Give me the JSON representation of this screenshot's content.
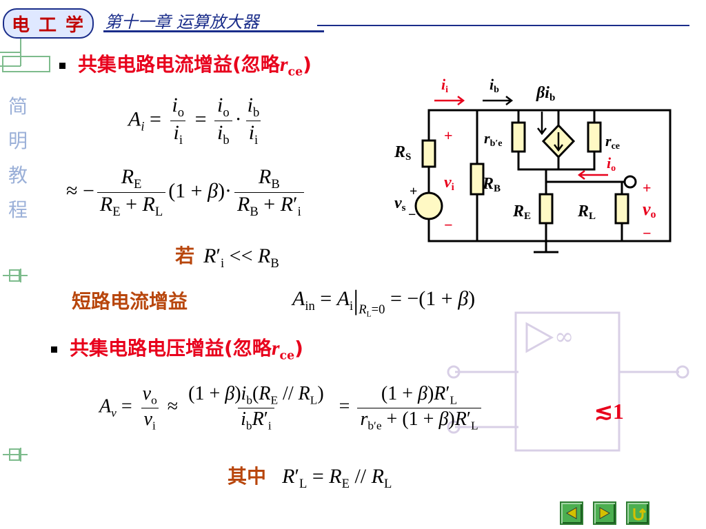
{
  "header": {
    "logo": "电 工 学",
    "chapter": "第十一章  运算放大器"
  },
  "sidebar": {
    "chars": [
      "简",
      "明",
      "教",
      "程"
    ]
  },
  "section1": {
    "title_prefix": "共集电路电流增益(忽略",
    "title_r": "r",
    "title_sub": "ce",
    "title_suffix": ")",
    "condition_word": "若",
    "short_label": "短路电流增益"
  },
  "section2": {
    "title_prefix": "共集电路电压增益(忽略",
    "title_r": "r",
    "title_sub": "ce",
    "title_suffix": ")",
    "approx_one": "≲1",
    "where_word": "其中"
  },
  "circuit_labels": {
    "ii": "i",
    "ii_sub": "i",
    "ib": "i",
    "ib_sub": "b",
    "beta_ib": "βi",
    "beta_ib_sub": "b",
    "rbe": "r",
    "rbe_sub": "b′e",
    "rce": "r",
    "rce_sub": "ce",
    "io": "i",
    "io_sub": "o",
    "rs": "R",
    "rs_sub": "S",
    "vi": "v",
    "vi_sub": "i",
    "rb": "R",
    "rb_sub": "B",
    "vs": "v",
    "vs_sub": "s",
    "re": "R",
    "re_sub": "E",
    "rl": "R",
    "rl_sub": "L",
    "vo": "v",
    "vo_sub": "o",
    "plus": "+",
    "minus": "−"
  },
  "colors": {
    "title_red": "#e8001c",
    "label_brown": "#b8460c",
    "resistor_fill": "#fff9c4",
    "nav_green": "#4caf50"
  },
  "nav": {
    "prev_icon": "prev-arrow-icon",
    "next_icon": "next-arrow-icon",
    "return_icon": "return-icon"
  }
}
